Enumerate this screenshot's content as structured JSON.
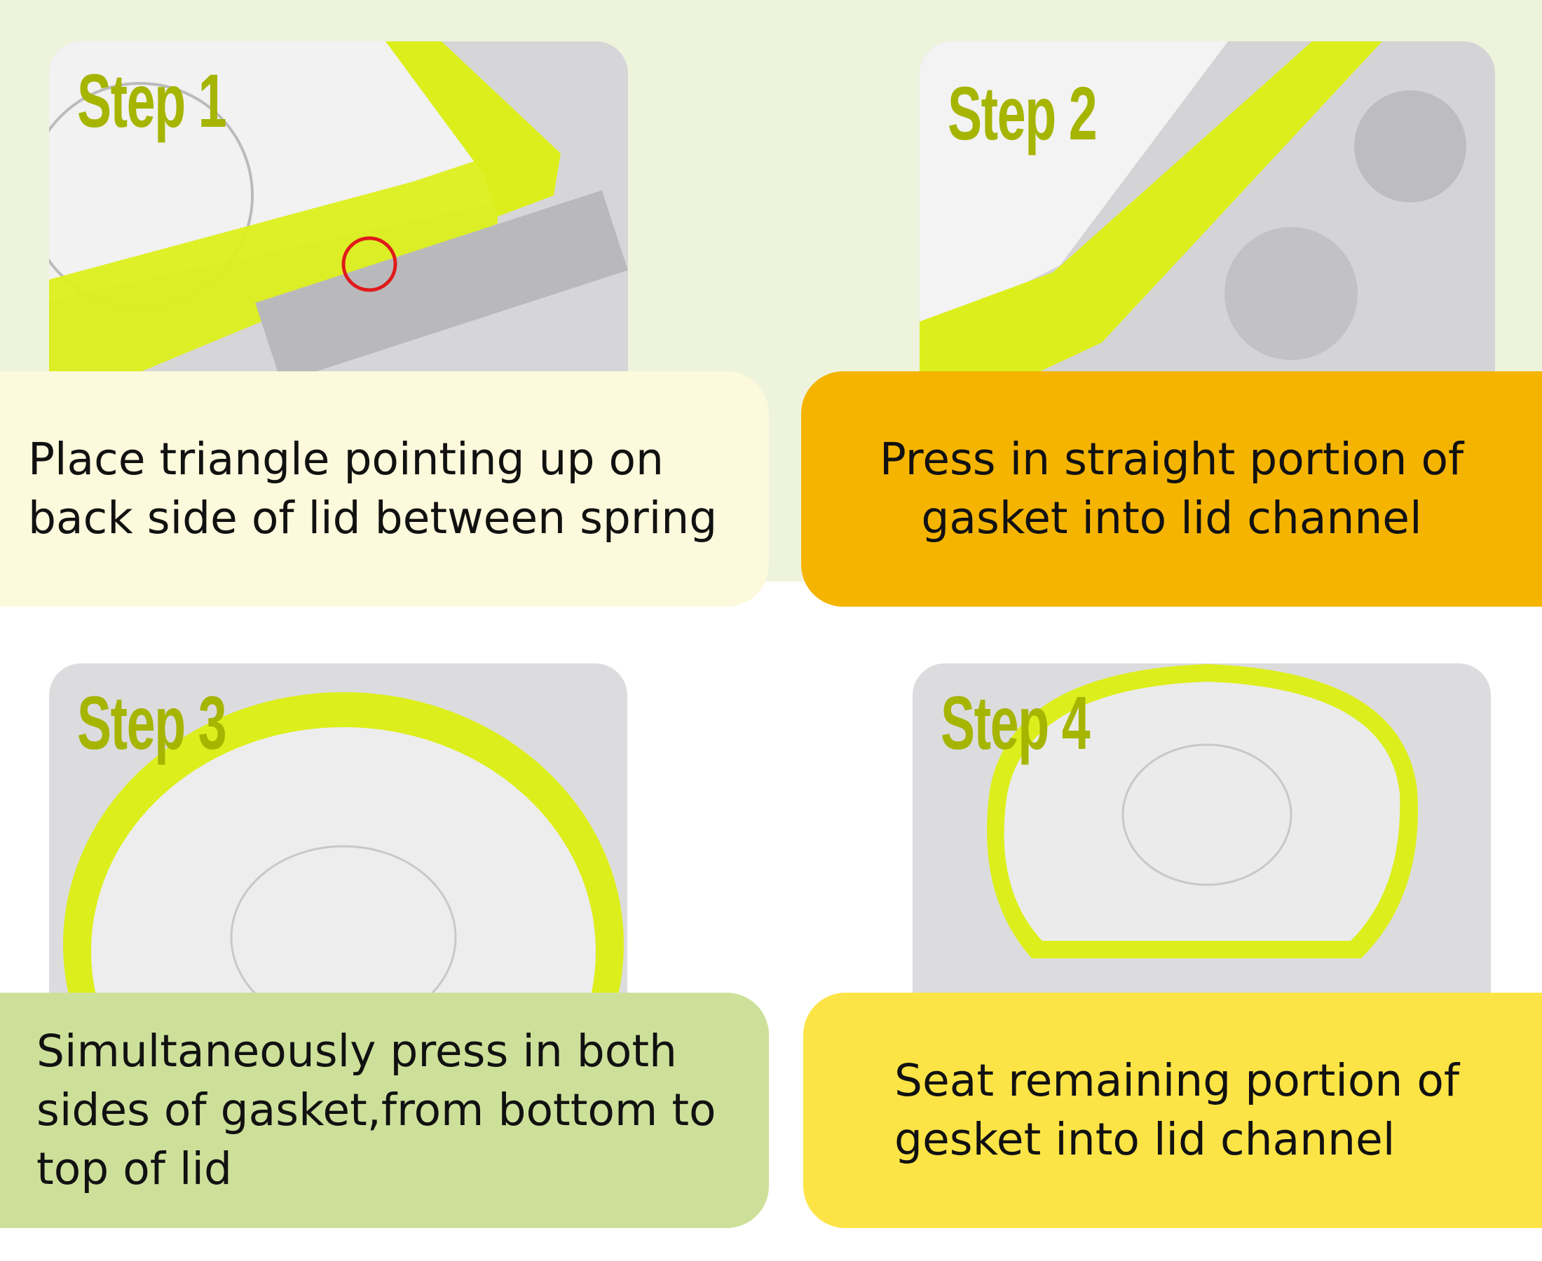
{
  "steps": [
    {
      "label": "Step 1",
      "caption": "  Place triangle pointing up on\nback side of lid between spring",
      "color": "#fdf9dc"
    },
    {
      "label": "Step 2",
      "caption": "Press in straight portion of\ngasket into lid channel",
      "color": "#f5b400"
    },
    {
      "label": "Step 3",
      "caption": "Simultaneously press in both\nsides of gasket,from bottom to\ntop of lid",
      "color": "#cde09a"
    },
    {
      "label": "Step 4",
      "caption": "Seat remaining portion of\ngesket into lid channel",
      "color": "#fde446"
    }
  ],
  "gasket_color": "#dcef1c",
  "label_color": "#a5b500"
}
